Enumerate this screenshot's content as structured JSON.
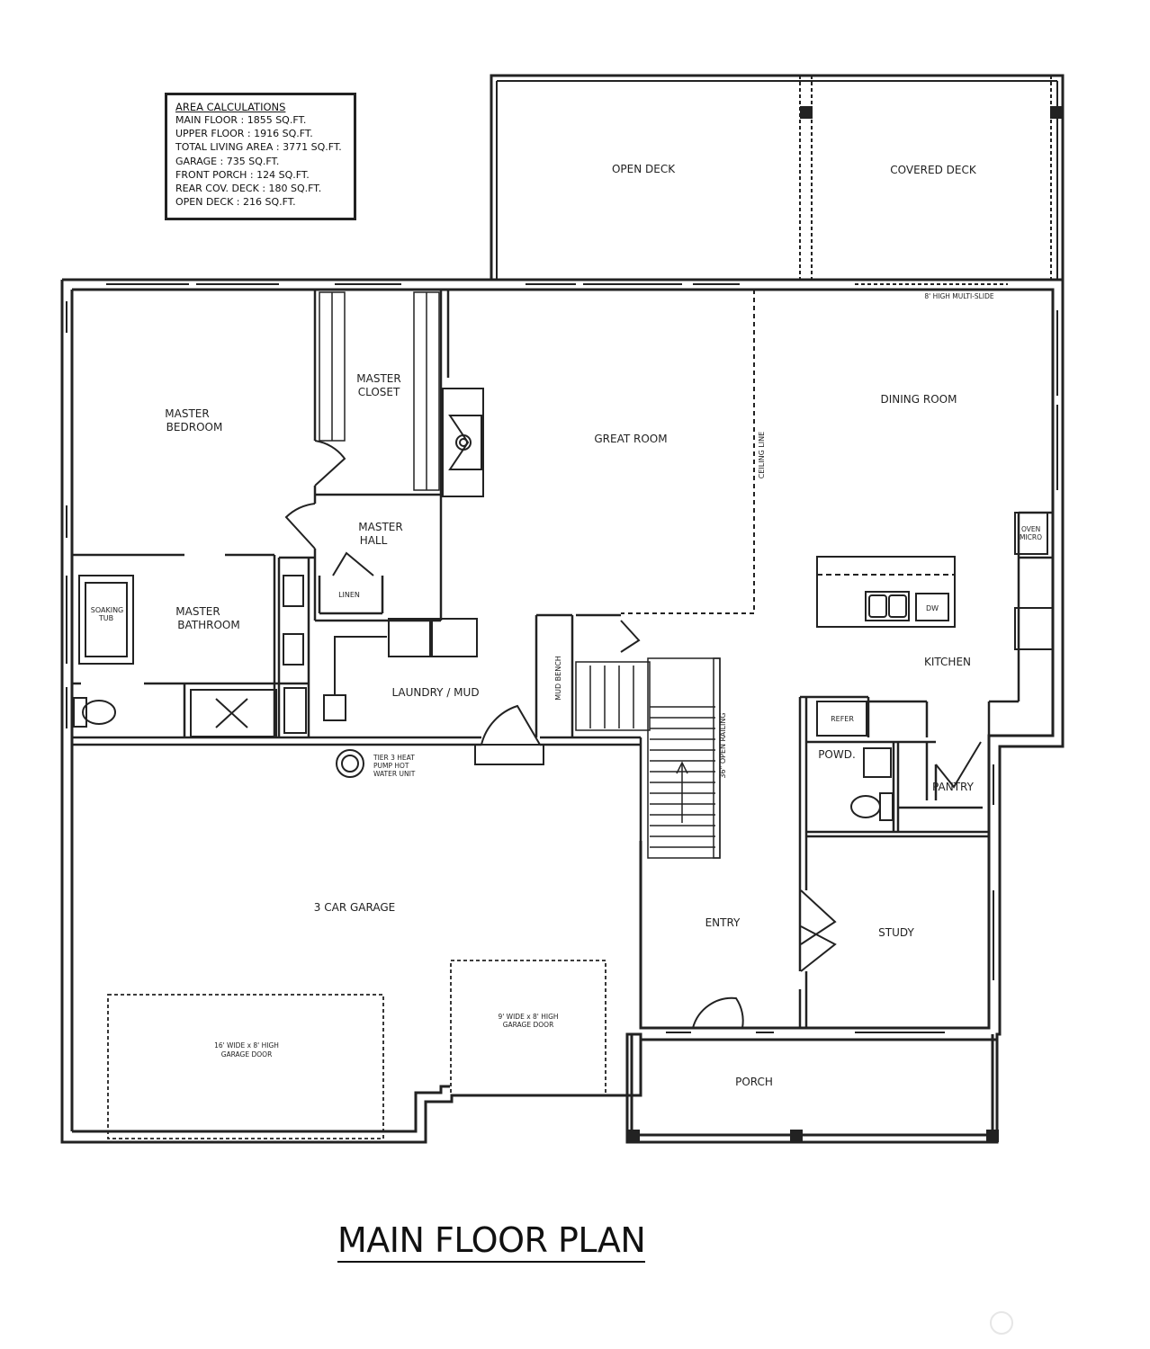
{
  "area_calculations": {
    "title": "AREA CALCULATIONS",
    "lines": [
      "MAIN FLOOR : 1855 SQ.FT.",
      "UPPER FLOOR : 1916 SQ.FT.",
      "TOTAL LIVING AREA : 3771 SQ.FT.",
      "GARAGE : 735 SQ.FT.",
      "FRONT PORCH : 124 SQ.FT.",
      "REAR COV. DECK : 180 SQ.FT.",
      "OPEN DECK : 216 SQ.FT."
    ]
  },
  "rooms": {
    "open_deck": "OPEN DECK",
    "covered_deck": "COVERED DECK",
    "multi_slide": "8' HIGH MULTI-SLIDE",
    "master_bedroom_1": "MASTER",
    "master_bedroom_2": "BEDROOM",
    "master_closet_1": "MASTER",
    "master_closet_2": "CLOSET",
    "great_room": "GREAT ROOM",
    "ceiling_line": "CEILING LINE",
    "dining_room": "DINING ROOM",
    "master_hall_1": "MASTER",
    "master_hall_2": "HALL",
    "linen": "LINEN",
    "oven_1": "OVEN",
    "oven_2": "MICRO",
    "soaking_tub_1": "SOAKING",
    "soaking_tub_2": "TUB",
    "master_bath_1": "MASTER",
    "master_bath_2": "BATHROOM",
    "dw": "DW",
    "kitchen": "KITCHEN",
    "laundry": "LAUNDRY / MUD",
    "mud_bench": "MUD BENCH",
    "refer": "REFER",
    "open_railing": "36\" OPEN RAILING",
    "powder": "POWD.",
    "pantry": "PANTRY",
    "water_unit_1": "TIER 3 HEAT",
    "water_unit_2": "PUMP HOT",
    "water_unit_3": "WATER UNIT",
    "garage": "3 CAR GARAGE",
    "entry": "ENTRY",
    "study": "STUDY",
    "door_9_1": "9' WIDE x 8' HIGH",
    "door_9_2": "GARAGE DOOR",
    "door_16_1": "16' WIDE x 8' HIGH",
    "door_16_2": "GARAGE DOOR",
    "porch": "PORCH"
  },
  "plan_title": "MAIN FLOOR PLAN"
}
